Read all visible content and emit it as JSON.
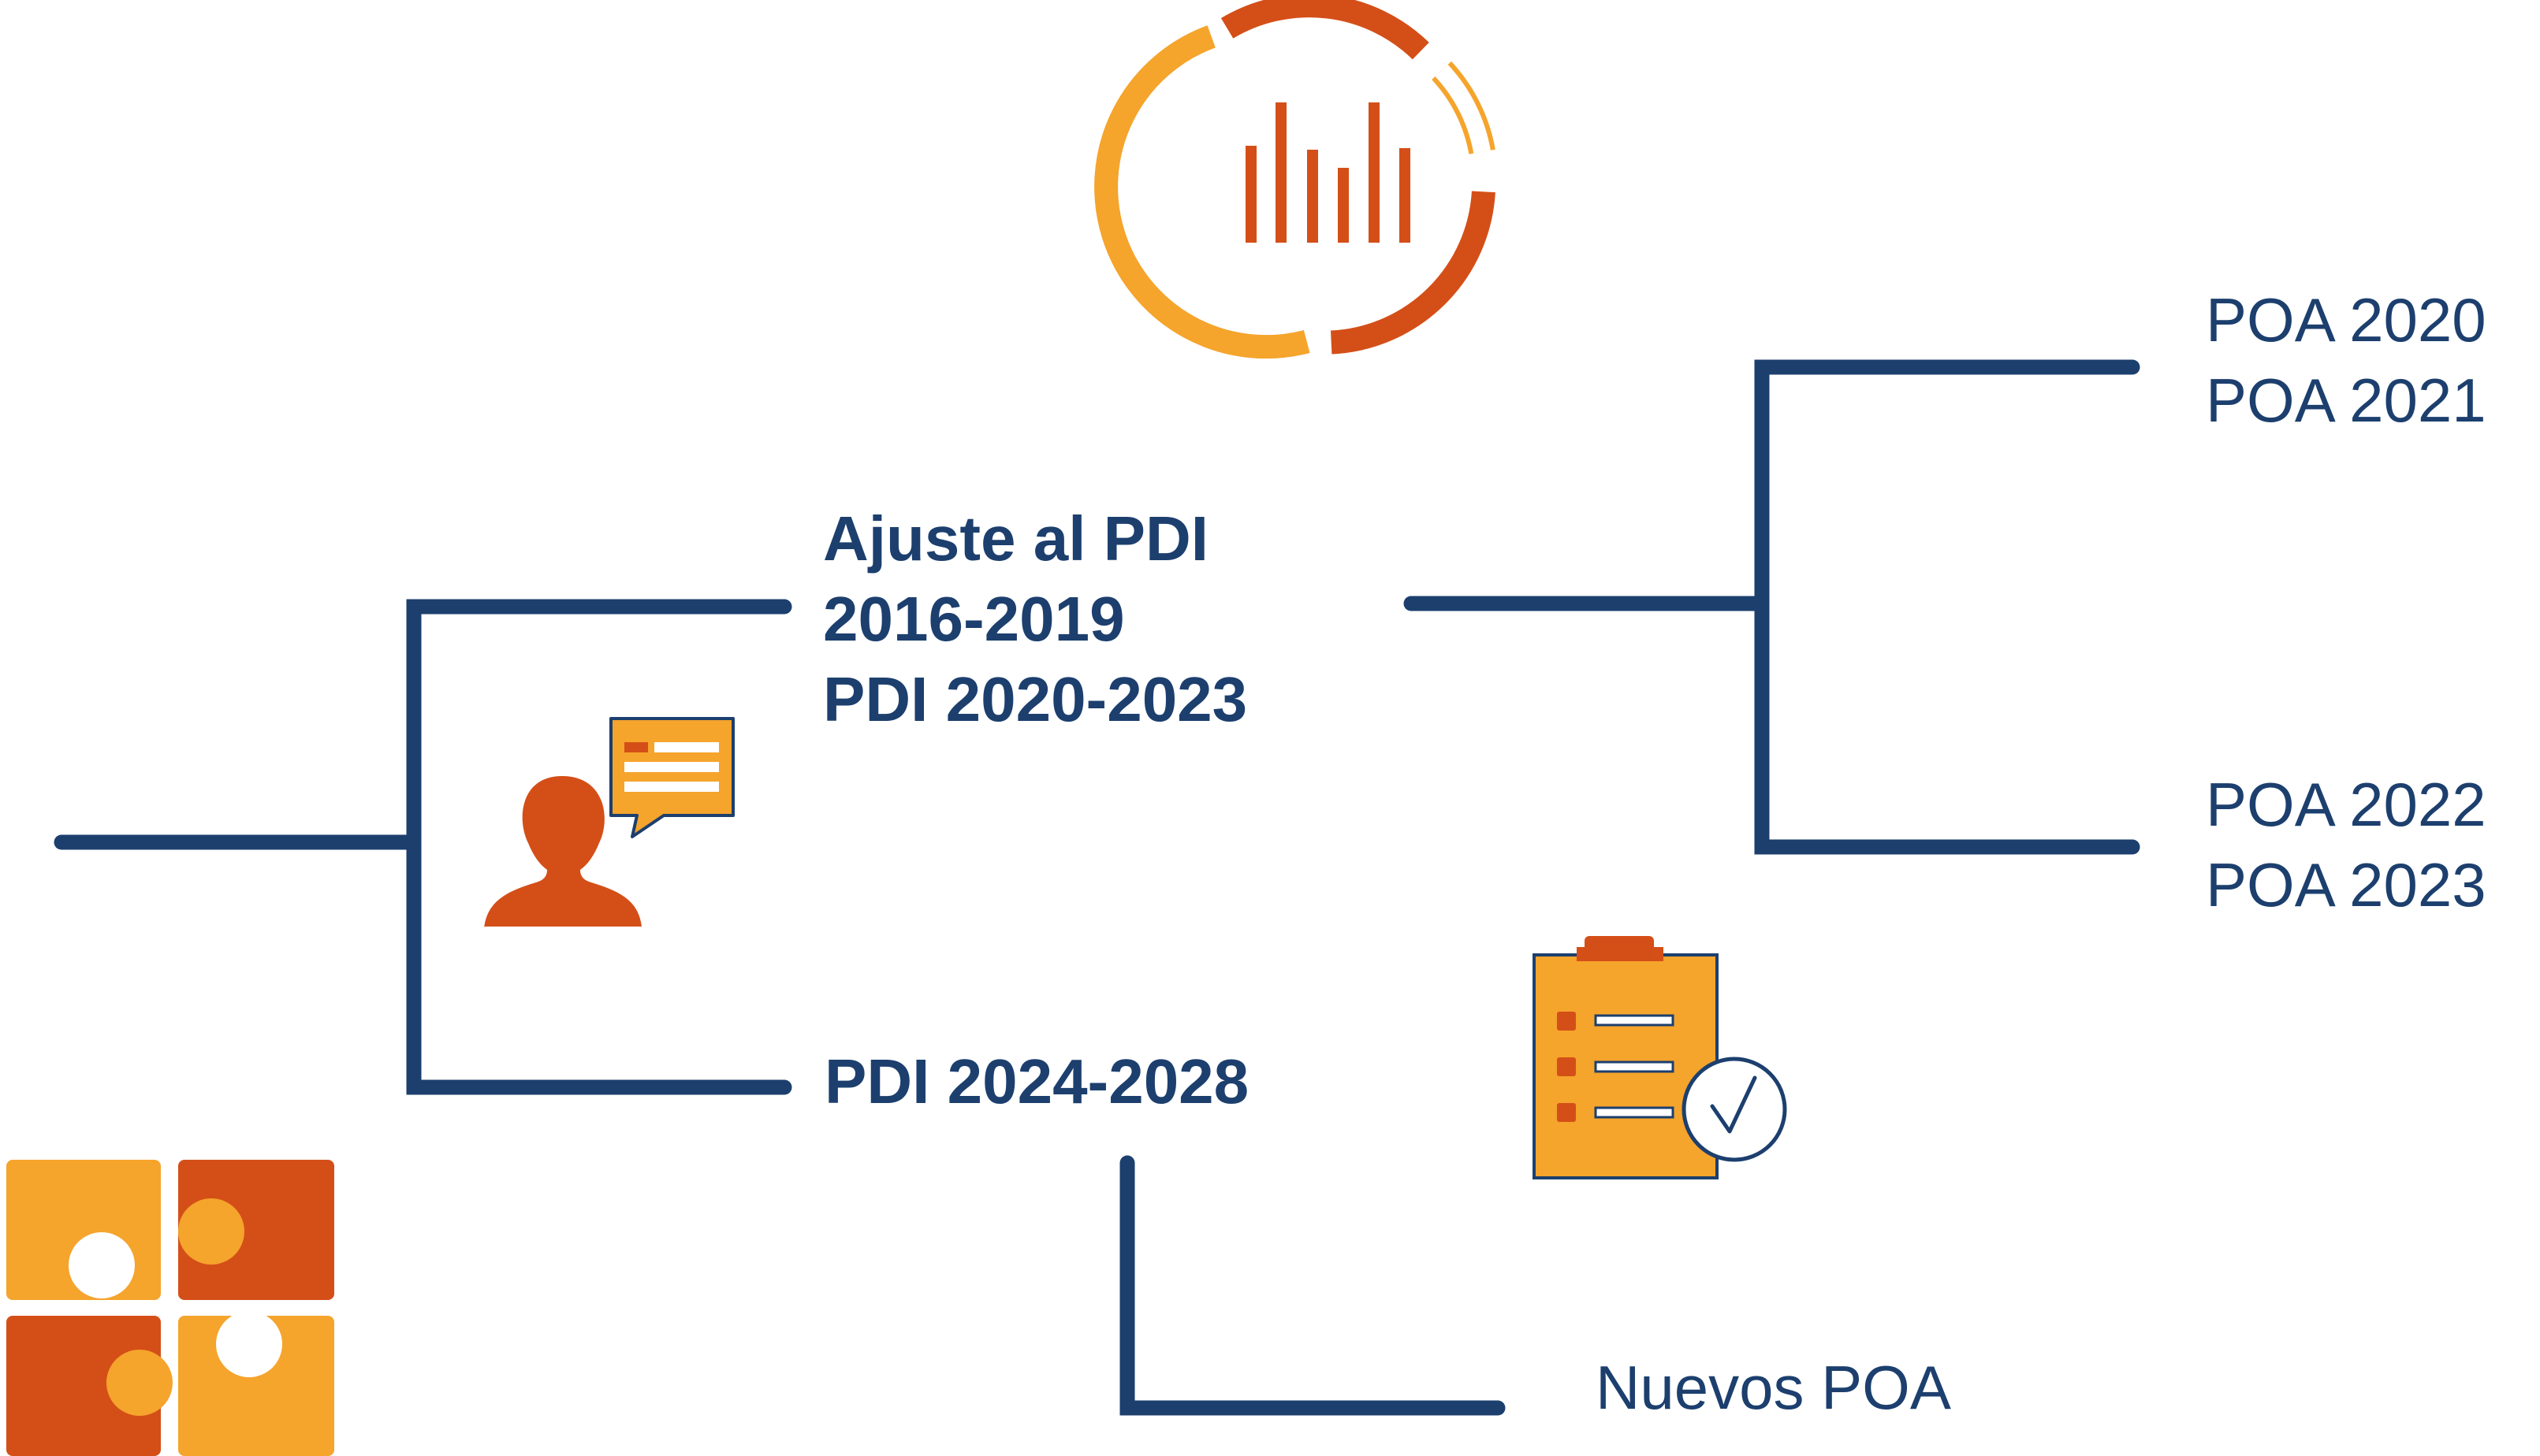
{
  "colors": {
    "navy": "#1c3f6e",
    "dark_orange": "#d44f18",
    "light_orange": "#f5a42c"
  },
  "nodes": {
    "ajuste": {
      "line1": "Ajuste al PDI",
      "line2": "2016-2019",
      "line3": "PDI 2020-2023"
    },
    "pdi_2024": {
      "line1": "PDI 2024-2028"
    },
    "poa_first": {
      "line1": "POA 2020",
      "line2": "POA 2021"
    },
    "poa_second": {
      "line1": "POA 2022",
      "line2": "POA 2023"
    },
    "nuevos_poa": {
      "line1": "Nuevos POA"
    }
  },
  "icons": [
    "analytics-ring-icon",
    "person-speech-icon",
    "checklist-clipboard-icon",
    "puzzle-icon"
  ]
}
